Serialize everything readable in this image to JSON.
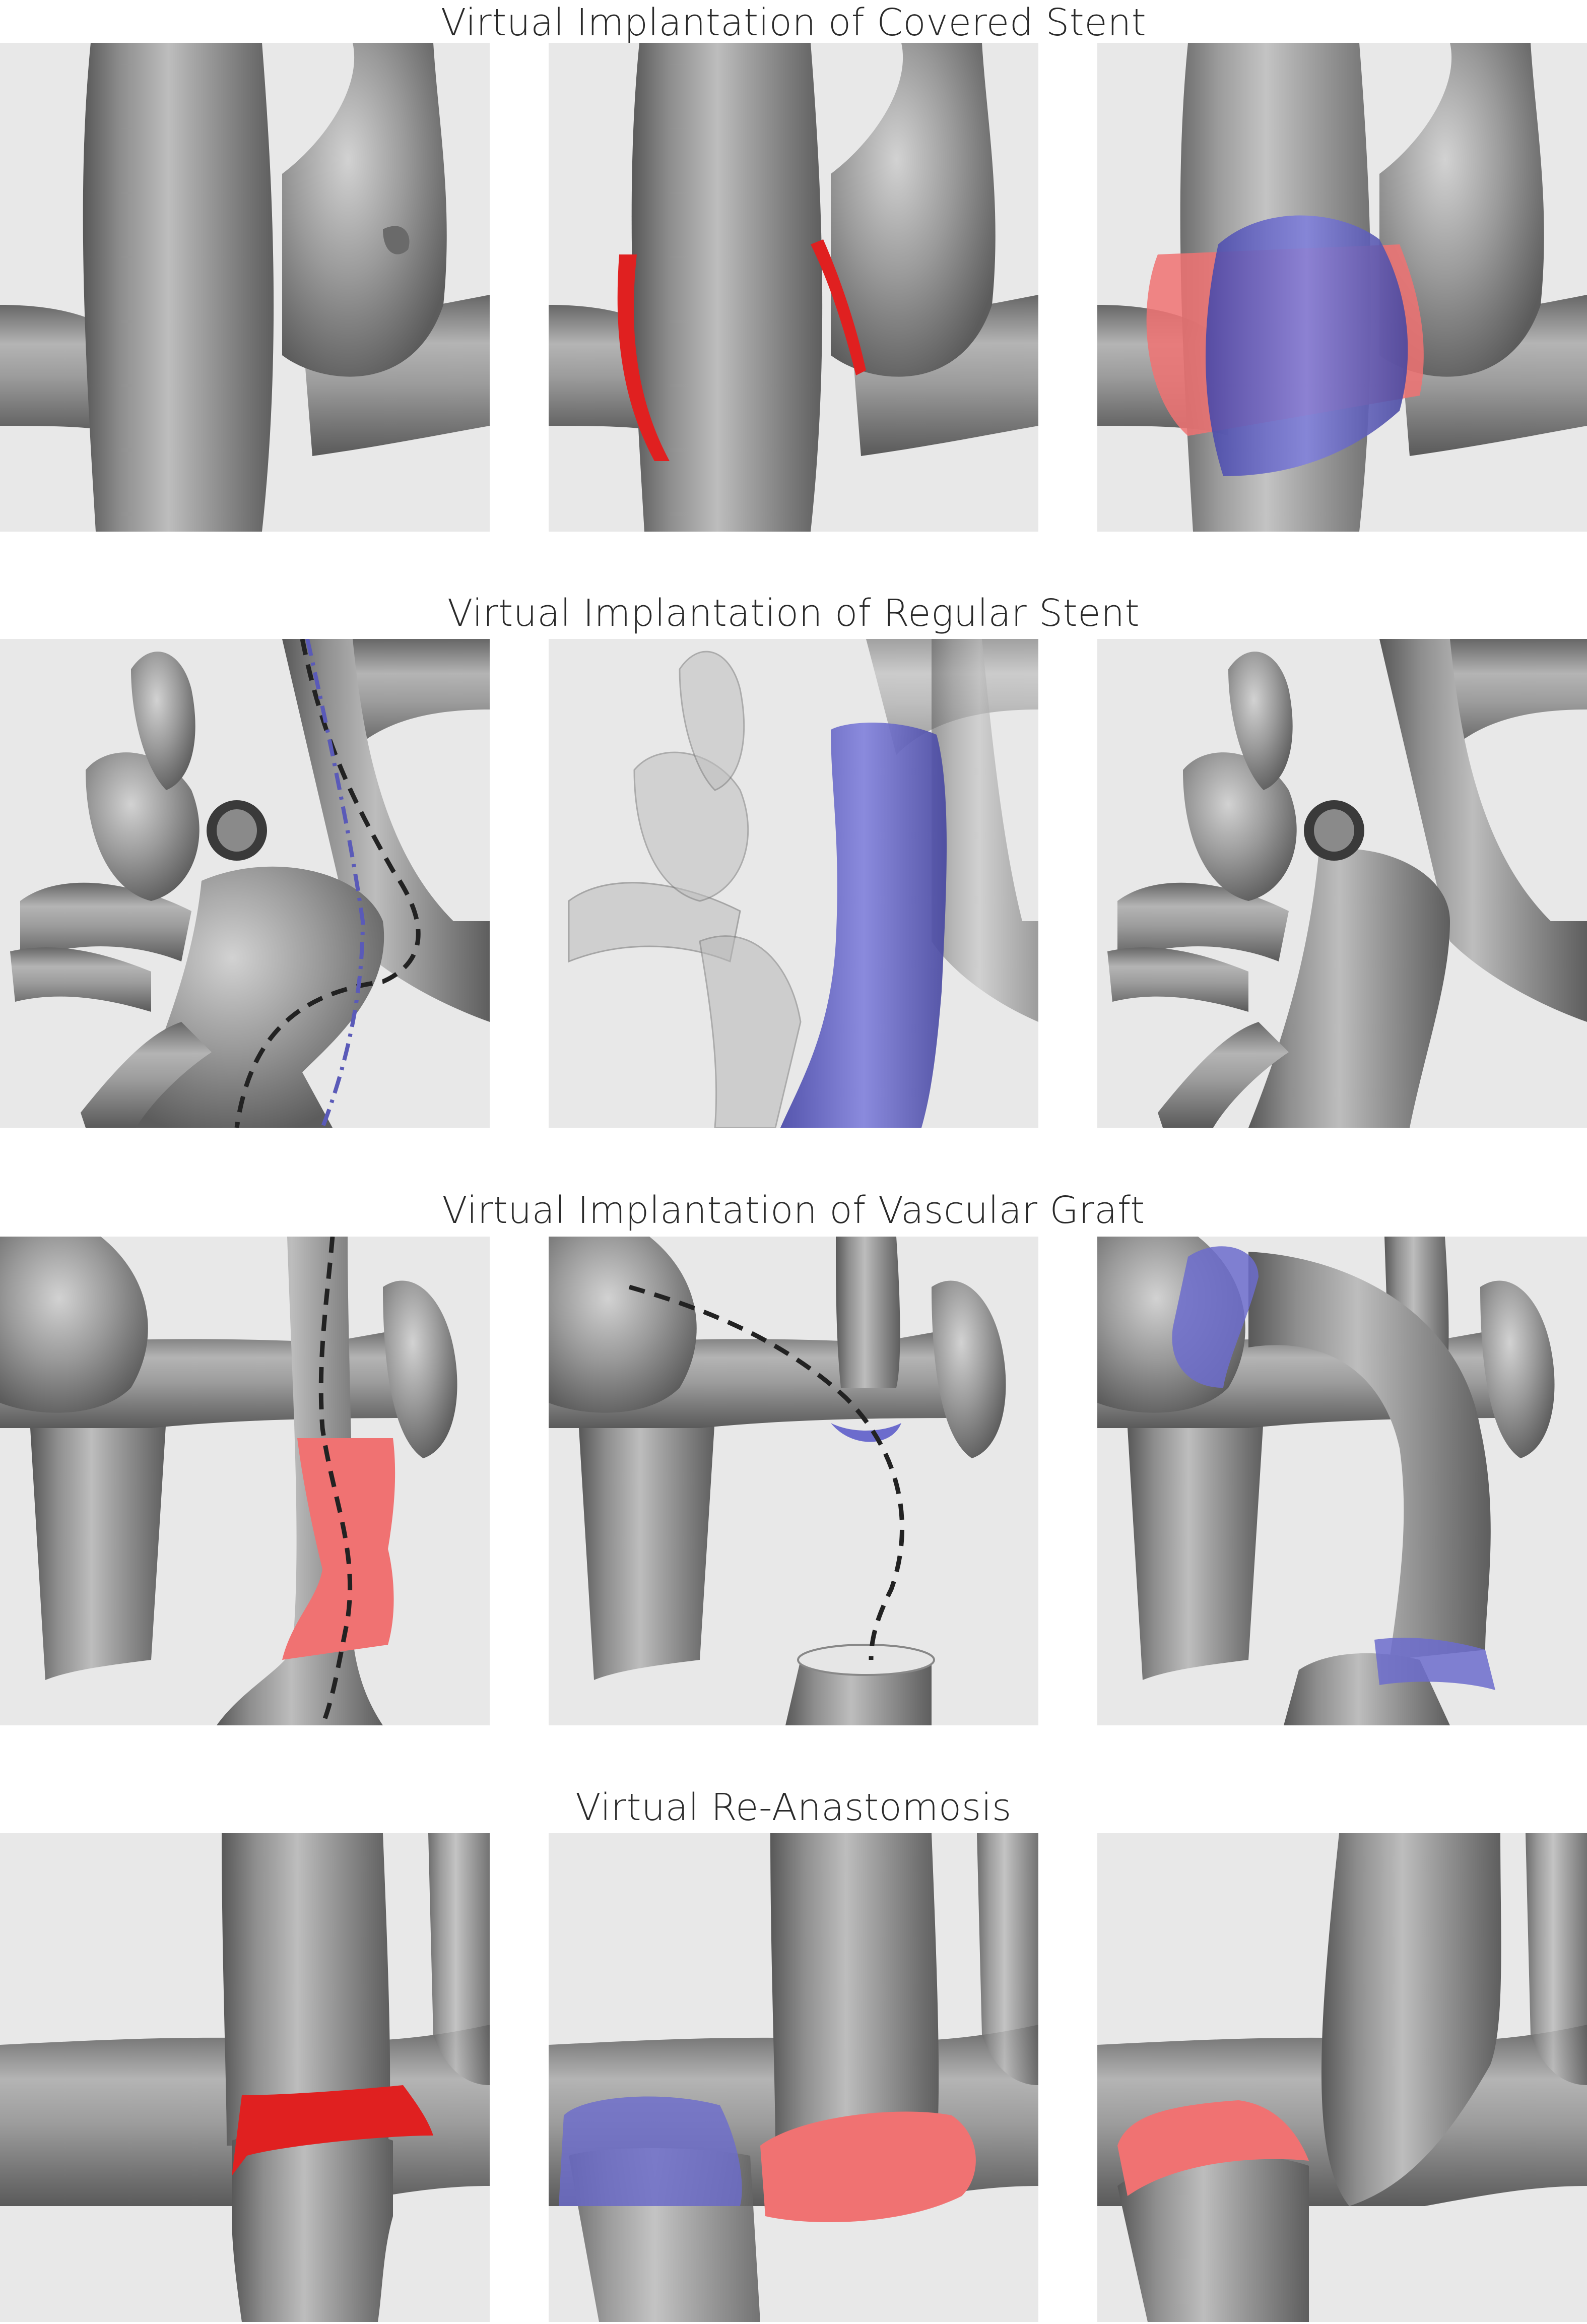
{
  "figure": {
    "rows": [
      {
        "title": "Virtual Implantation of Covered Stent"
      },
      {
        "title": "Virtual Implantation of Regular Stent"
      },
      {
        "title": "Virtual Implantation of Vascular Graft"
      },
      {
        "title": "Virtual Re-Anastomosis"
      }
    ],
    "colors": {
      "background": "#e8e8e8",
      "vessel": "#9a9a9a",
      "marker_red": "#e02020",
      "region_red": "#f07272",
      "device_blue": "#6c6ccd",
      "centerline_black": "#222222",
      "centerline_blue": "#5a5ab8"
    }
  }
}
